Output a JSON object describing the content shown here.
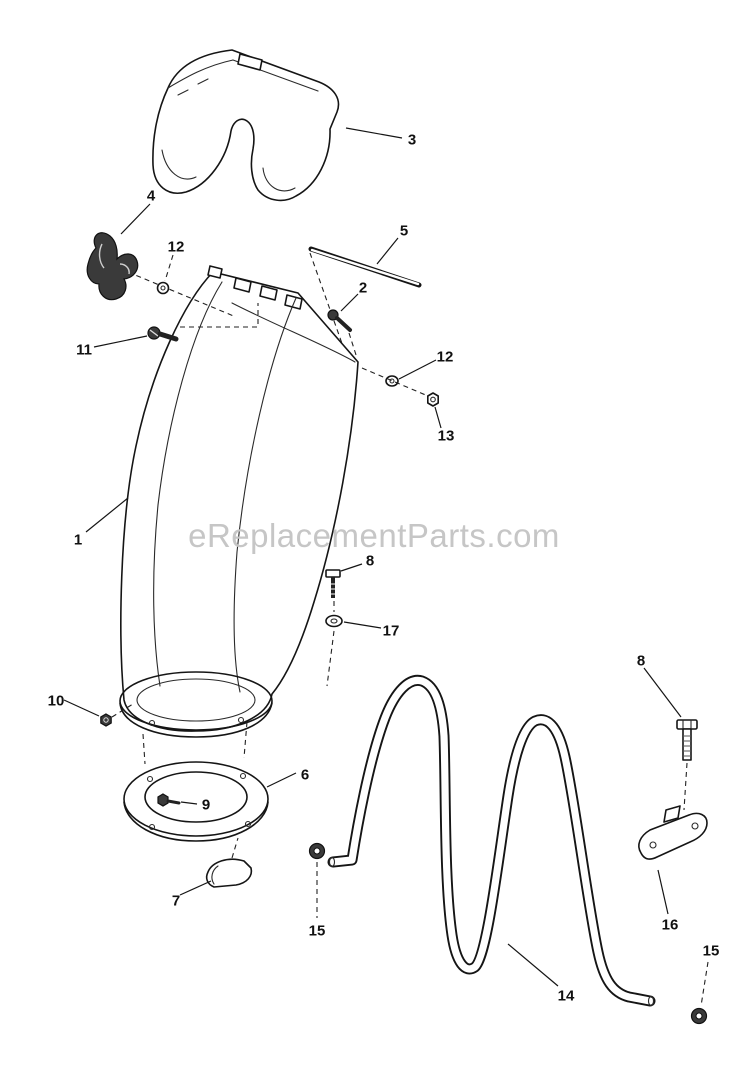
{
  "diagram": {
    "watermark": "eReplacementParts.com"
  },
  "colors": {
    "line": "#151515",
    "watermark": "#c6c6c6",
    "background": "#ffffff",
    "dark_part": "#3a3a3a"
  },
  "callouts": [
    {
      "text": "3"
    },
    {
      "text": "4"
    },
    {
      "text": "12"
    },
    {
      "text": "5"
    },
    {
      "text": "2"
    },
    {
      "text": "12"
    },
    {
      "text": "13"
    },
    {
      "text": "11"
    },
    {
      "text": "1"
    },
    {
      "text": "8"
    },
    {
      "text": "17"
    },
    {
      "text": "10"
    },
    {
      "text": "6"
    },
    {
      "text": "9"
    },
    {
      "text": "7"
    },
    {
      "text": "15"
    },
    {
      "text": "14"
    },
    {
      "text": "8"
    },
    {
      "text": "16"
    },
    {
      "text": "15"
    }
  ]
}
